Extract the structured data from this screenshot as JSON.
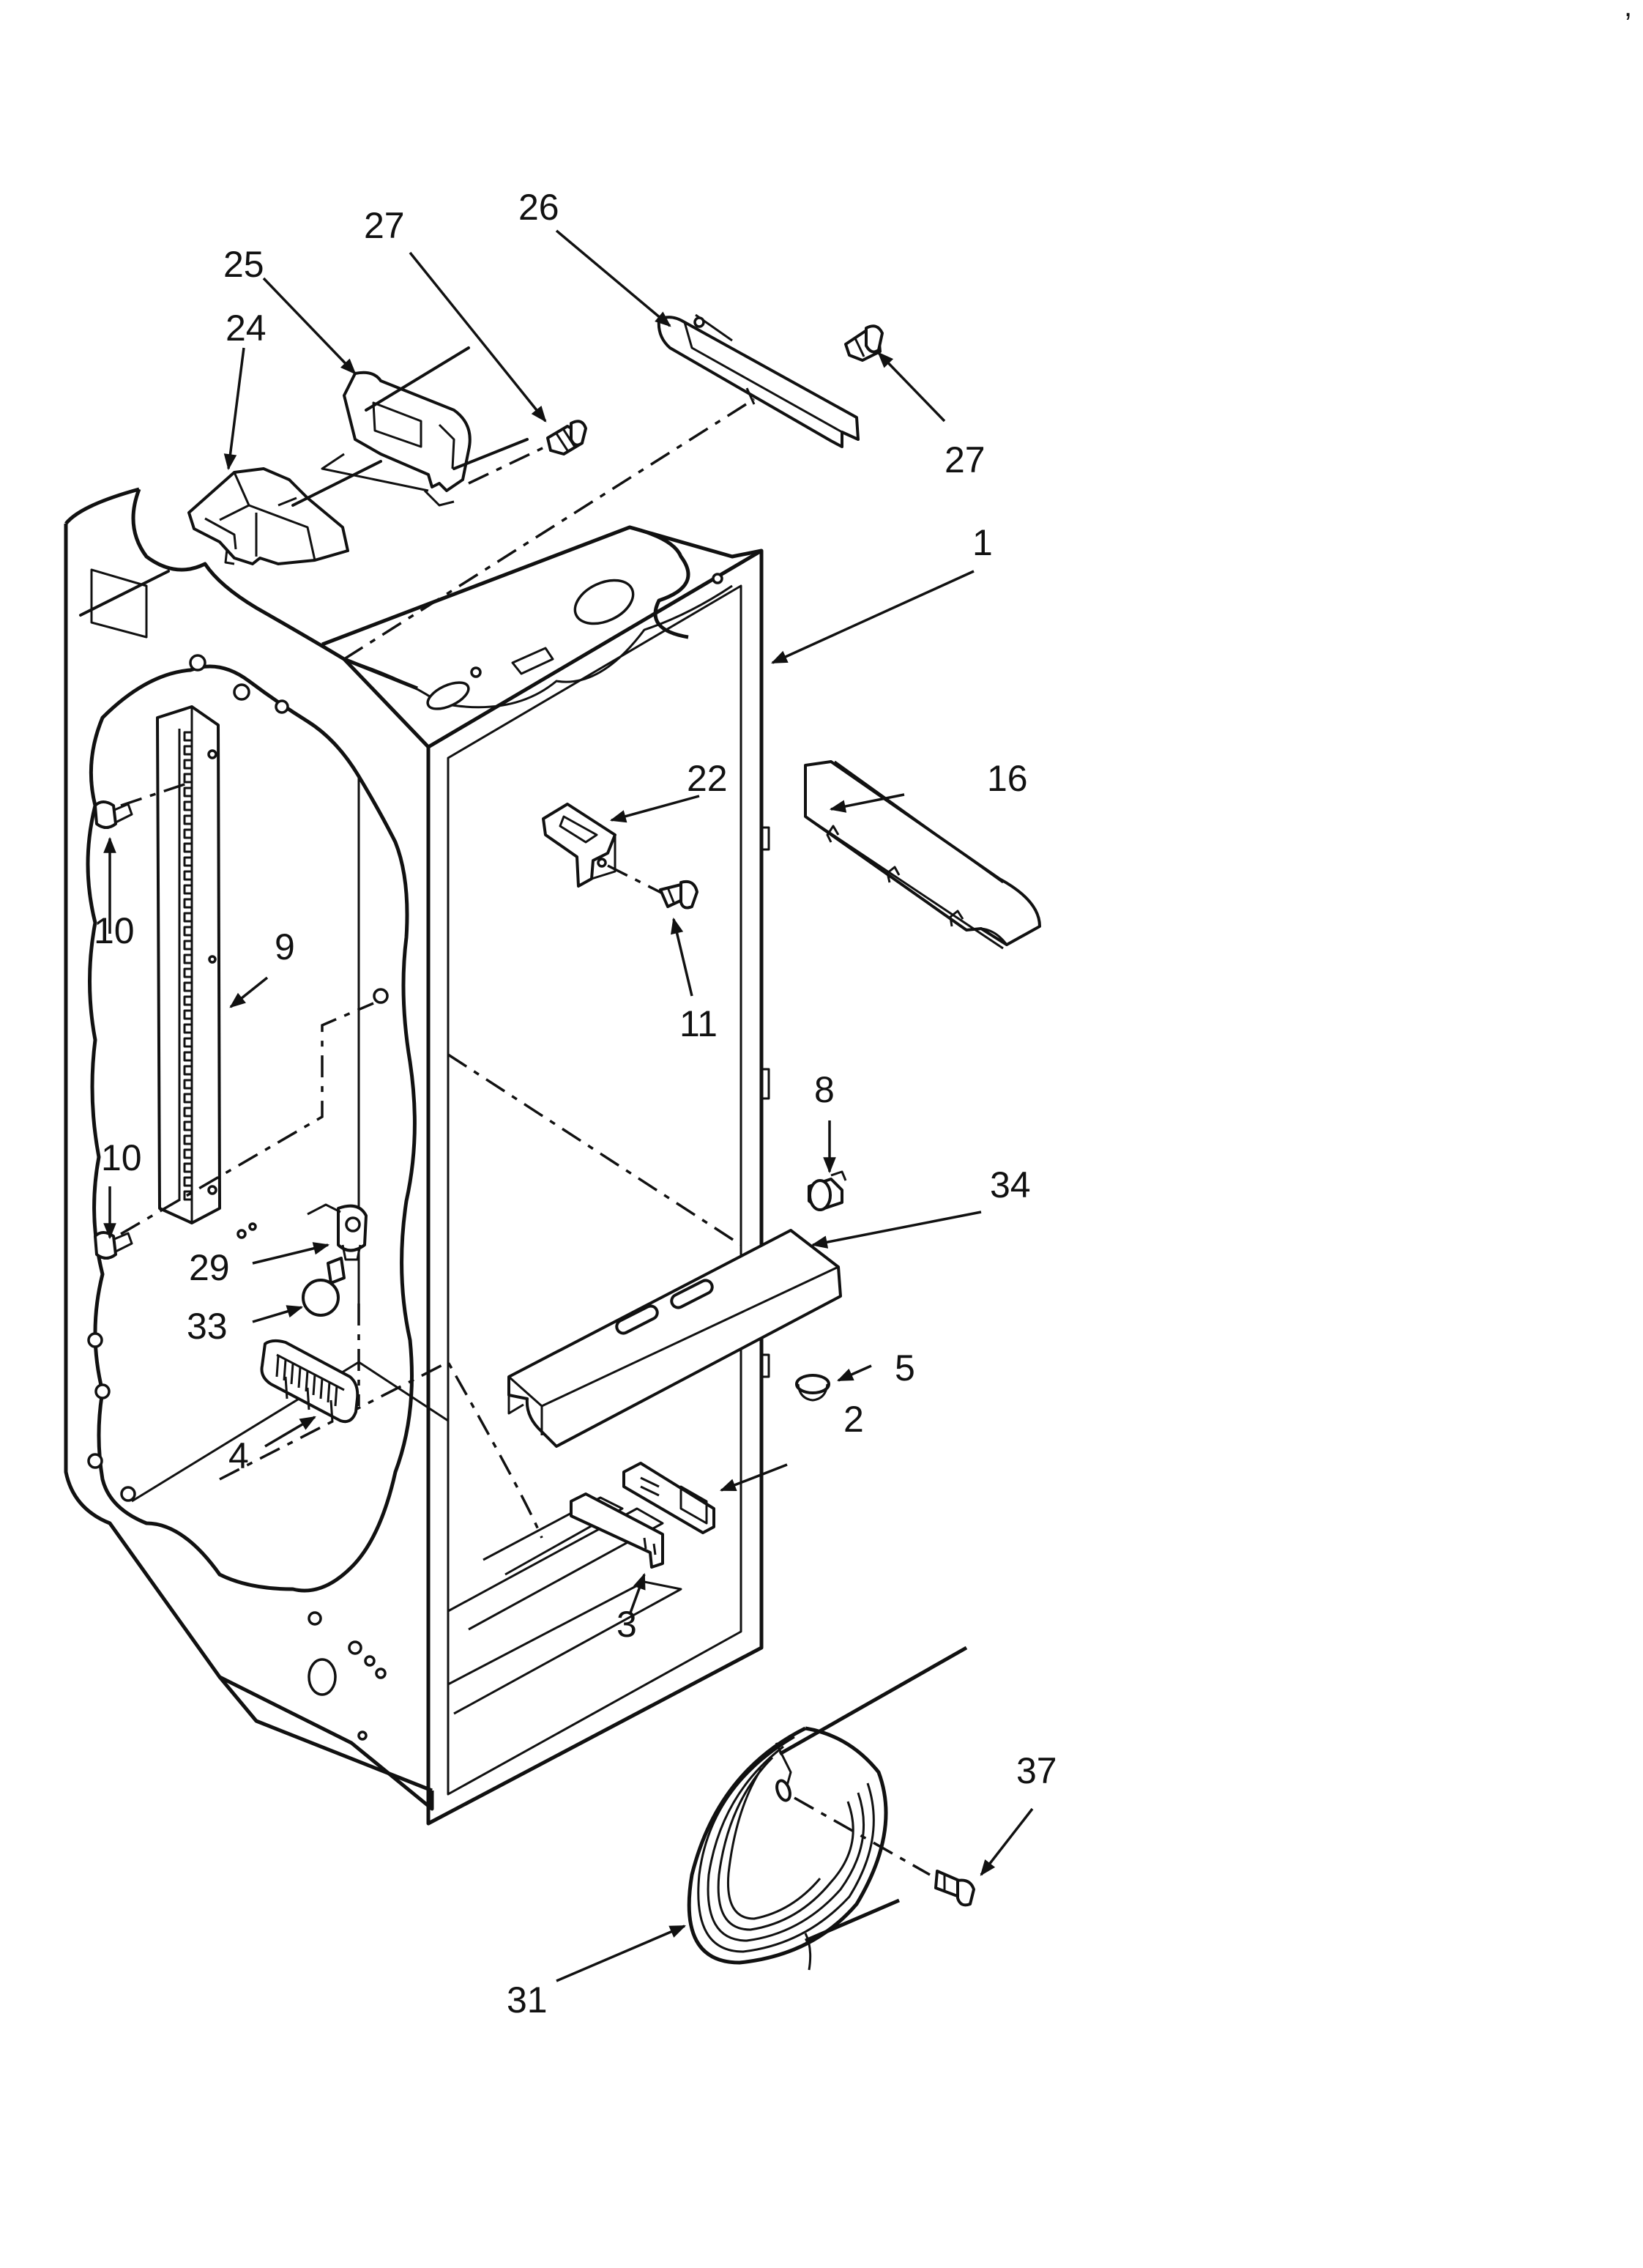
{
  "callouts": [
    {
      "id": "1",
      "label": "1"
    },
    {
      "id": "2",
      "label": "2"
    },
    {
      "id": "3",
      "label": "3"
    },
    {
      "id": "4",
      "label": "4"
    },
    {
      "id": "5",
      "label": "5"
    },
    {
      "id": "8",
      "label": "8"
    },
    {
      "id": "9",
      "label": "9"
    },
    {
      "id": "10a",
      "label": "10"
    },
    {
      "id": "10b",
      "label": "10"
    },
    {
      "id": "11",
      "label": "11"
    },
    {
      "id": "16",
      "label": "16"
    },
    {
      "id": "22",
      "label": "22"
    },
    {
      "id": "24",
      "label": "24"
    },
    {
      "id": "25",
      "label": "25"
    },
    {
      "id": "26",
      "label": "26"
    },
    {
      "id": "27a",
      "label": "27"
    },
    {
      "id": "27b",
      "label": "27"
    },
    {
      "id": "29",
      "label": "29"
    },
    {
      "id": "31",
      "label": "31"
    },
    {
      "id": "33",
      "label": "33"
    },
    {
      "id": "34",
      "label": "34"
    },
    {
      "id": "37",
      "label": "37"
    }
  ],
  "corner_mark": ","
}
